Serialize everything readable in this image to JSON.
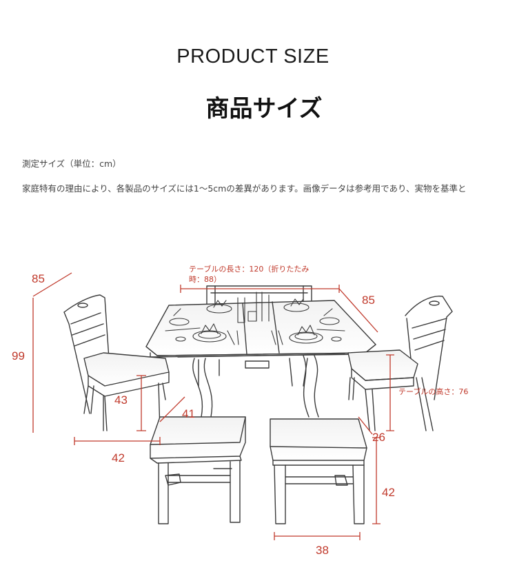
{
  "header": {
    "title_en": "PRODUCT SIZE",
    "title_ja": "商品サイズ"
  },
  "notes": {
    "unit": "測定サイズ（単位：cm）",
    "tolerance": "家庭特有の理由により、各製品のサイズには1〜5cmの差異があります。画像データは参考用であり、実物を基準と"
  },
  "dimensions": {
    "chair_depth": "85",
    "chair_height": "99",
    "chair_seat_height": "43",
    "chair_seat_depth": "41",
    "chair_width": "42",
    "table_length_line1": "テーブルの長さ：120（折りたたみ",
    "table_length_line2": "時：88）",
    "table_width": "85",
    "table_height": "テーブルの高さ：76",
    "stool_seat_depth": "26",
    "stool_height": "42",
    "stool_width": "38"
  },
  "colors": {
    "dimension_line": "#c0392b",
    "sketch_line": "#3a3a3a"
  }
}
